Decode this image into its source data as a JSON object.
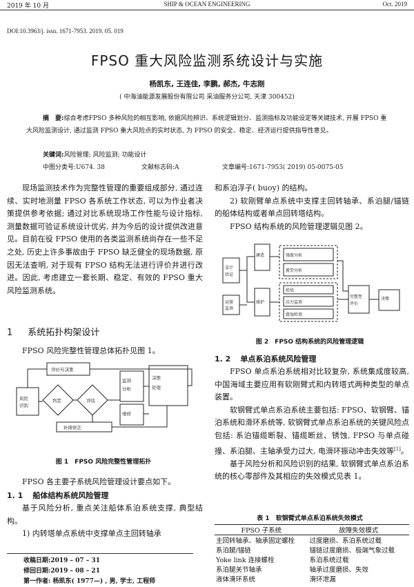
{
  "header": {
    "date": "2019 年 10 月",
    "journal": "SHIP & OCEAN ENGINEERING",
    "date_en": "Oct. 2019"
  },
  "doi": "DOI:10.3963/j. issn. 1671-7953. 2019. 05. 019",
  "title": "FPSO 重大风险监测系统设计与实施",
  "authors": "杨凯东, 王连佳, 李鹏, 郝杰, 牛志刚",
  "affiliation": "( 中海油能源发展股份有限公司 采油服务分公司, 天津 300452)",
  "abstract": {
    "label": "摘　要:",
    "text": "综合考虑FPSO 多种风险的相互影响, 依据风险辨识、系统逻辑划分、监测指标及功能设定等关键技术, 开展 FPSO 重大风险监测设计, 通过监测 FPSO 重大风险点的实时状态, 为 FPSO 的安全、稳定、经济运行提供指导性意见。"
  },
  "keywords": {
    "label": "关键词:",
    "text": "风险管理; 风险监测; 功能设计"
  },
  "classification": {
    "clc": "中图分类号:U674. 38",
    "doc_code": "文献标志码:A",
    "article_no": "文章编号:1671-7953( 2019) 05-0075-05"
  },
  "left_column": {
    "intro": "现场监测技术作为完整性管理的重要组成部分, 通过连续、实时地测量 FPSO 各系统工作状态, 可以为作业者决策提供参考依据; 通过对比系统现场工作性能与设计指标, 测量数据可验证系统设计优劣, 并为今后的设计提供改进意见。目前在役 FPSO 使用的各类监测系统尚存在一些不足之处, 历史上许多事故由于 FPSO 缺乏健全的现场数据, 原因无法查明, 对于现有 FPSO 结构无法进行评价并进行改进。因此, 考虑建立一套长期、稳定、有效的 FPSO 重大风险监测系统。",
    "section1_num": "1",
    "section1_title": "系统拓扑构架设计",
    "section1_text": "FPSO 风险完整性管理总体拓扑见图 1。",
    "fig1_caption": "图 1　FPSO 风险完整性管理拓扑",
    "after_fig1": "FPSO 各主要子系统风险管理设计要点如下。",
    "sec11_num": "1. 1",
    "sec11_title": "船体结构系统风险管理",
    "sec11_text": "基于风险分析, 重点关注船体系泊系统支撑, 典型结构。",
    "item1": "1) 内转塔单点系统中支撑单点主回转轴承"
  },
  "right_column": {
    "cont": "和系泊浮子( buoy) 的结构。",
    "item2": "2) 软刚臂单点系统中支撑主回转轴承、系泊腿/锚链的船体结构或者单点回转塔结构。",
    "fig2_ref": "FPSO 结构系统的风险管理逻辑见图 2。",
    "fig2_caption": "图 2　FPSO 结构系统的风险管理逻辑",
    "sec12_num": "1. 2",
    "sec12_title": "单点系泊系统风险管理",
    "sec12_p1": "FPSO 单点系泊系统相对比较复杂, 系统集成度较高, 中国海域主要应用有软刚臂式和内转塔式两种类型的单点装置。",
    "sec12_p2": "软钢臂式单点系泊系统主要包括: FPSO、软钢臂、锚泊系统和滑环系统等, 软钢臂式单点系泊系统的关键风险点包括: 系泊锚缆断裂、锚缆断丝、锈蚀, FPSO 与单点碰撞、系泊腿、主轴承受力过大, 电滑环振动冲击失效等",
    "sec12_p2_ref": "[1]",
    "sec12_p2_end": "。",
    "sec12_p3": "基于风险分析和风险识别的结果, 软钢臂式单点系泊系统的核心零部件及其相应的失效模式见表 1。",
    "table_caption": "表 1　软钢臂式单点系泊系统失效模式",
    "table_headers": [
      "FPSO 子系统",
      "故障失效模式"
    ],
    "table_rows": [
      [
        "主回转轴承、轴承固定螺栓",
        "过度磨损、系泊系统过载"
      ],
      [
        "系泊腿/锚链",
        "锚链过度磨损、极端气象过载"
      ],
      [
        "Yoke link 连接螺栓",
        "系泊系统过载"
      ],
      [
        "系泊腿关节轴承",
        "轴承过度磨损、失效"
      ],
      [
        "液体滑环系统",
        "滑环泄漏"
      ]
    ]
  },
  "footnotes": {
    "received": "收稿日期:2019 – 07 – 31",
    "revised": "修回日期:2019 – 08 – 21",
    "author": "第一作者: 杨凯东( 1977—) , 男, 学士, 工程师"
  }
}
